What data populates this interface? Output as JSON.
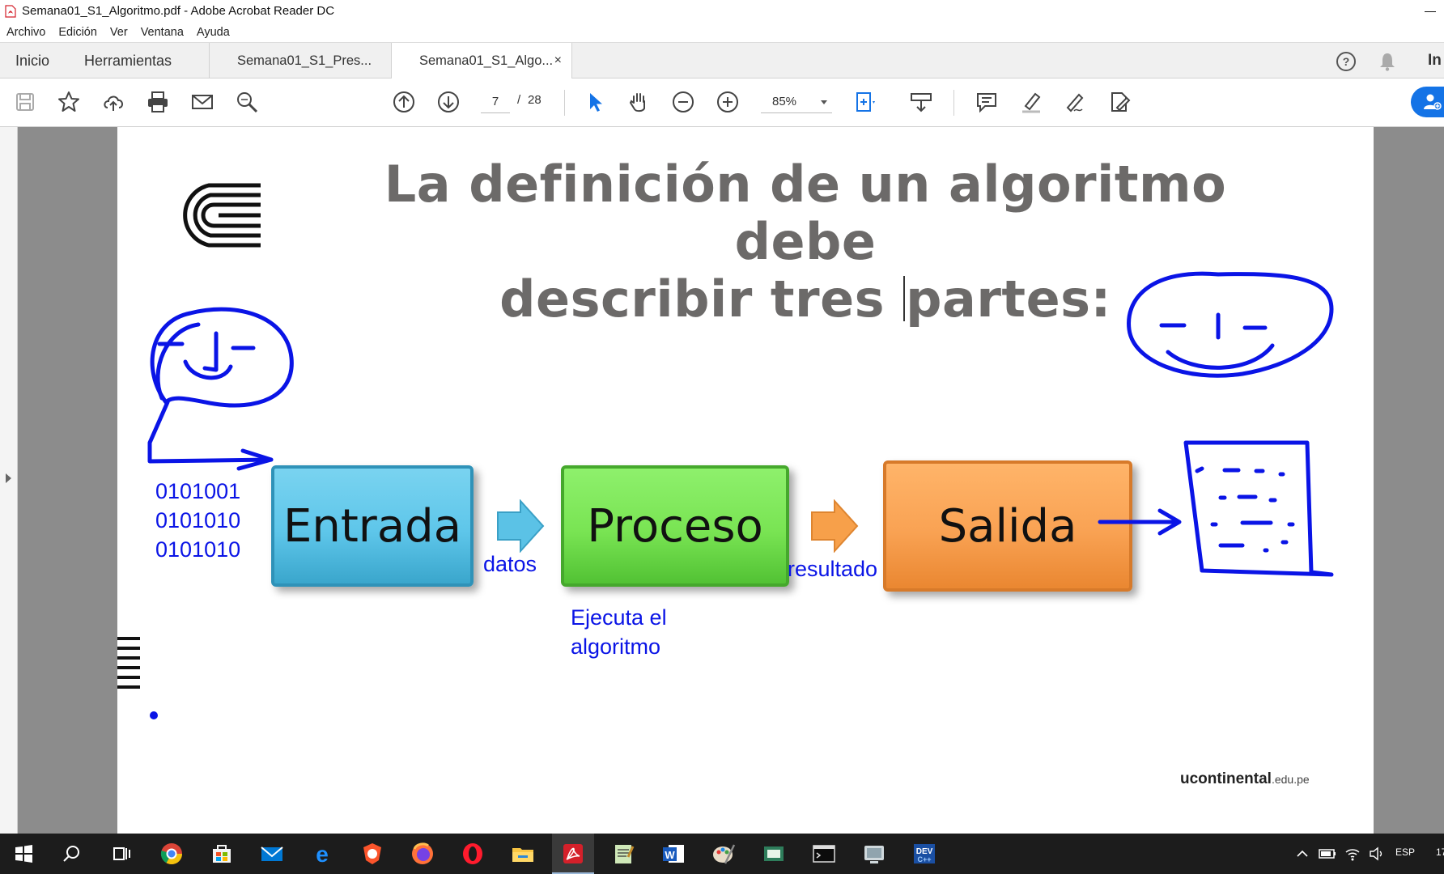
{
  "window": {
    "title": "Semana01_S1_Algoritmo.pdf - Adobe Acrobat Reader DC"
  },
  "menu": [
    "Archivo",
    "Edición",
    "Ver",
    "Ventana",
    "Ayuda"
  ],
  "tabs": {
    "home": "Inicio",
    "tools": "Herramientas",
    "documents": [
      {
        "label": "Semana01_S1_Pres...",
        "active": false
      },
      {
        "label": "Semana01_S1_Algo...",
        "active": true
      }
    ],
    "close_glyph": "×",
    "sign_in": "In"
  },
  "toolbar": {
    "icons": [
      "save-icon",
      "bookmark-star-icon",
      "cloud-upload-icon",
      "print-icon",
      "email-icon",
      "search-icon",
      "page-up-icon",
      "page-down-icon",
      "select-cursor-icon",
      "hand-tool-icon",
      "zoom-out-icon",
      "zoom-in-icon",
      "fit-page-icon",
      "scroll-mode-icon",
      "comment-icon",
      "highlight-icon",
      "sign-icon",
      "edit-pdf-icon"
    ],
    "current_page": "7",
    "page_separator": "/",
    "total_pages": "28",
    "zoom": "85%"
  },
  "slide": {
    "title_line1": "La definición de un algoritmo debe",
    "title_line2a": "describir tres ",
    "title_line2b": "partes:",
    "blocks": {
      "entrada": "Entrada",
      "proceso": "Proceso",
      "salida": "Salida"
    },
    "annotations": {
      "binary": [
        "0101001",
        "0101010",
        "0101010"
      ],
      "datos": "datos",
      "resultado": "resultado",
      "ejecuta": [
        "Ejecuta el",
        "algoritmo"
      ]
    },
    "brand_main": "ucontinental",
    "brand_suffix": ".edu.pe"
  },
  "taskbar": {
    "apps": [
      "windows-start-icon",
      "search-icon",
      "task-view-icon",
      "chrome-icon",
      "store-icon",
      "mail-icon",
      "edge-icon",
      "brave-icon",
      "firefox-icon",
      "opera-icon",
      "file-explorer-icon",
      "acrobat-icon",
      "notepad-icon",
      "word-icon",
      "paint-icon",
      "app-icon",
      "terminal-icon",
      "app-icon-2",
      "dev-cpp-icon"
    ],
    "language": "ESP",
    "clock": "17"
  },
  "colors": {
    "ink": "#0a14e6",
    "title_grey": "#6c6a69",
    "entrada": "#5ec6ea",
    "proceso": "#79e453",
    "salida": "#f9a253",
    "acrobat_red": "#d4202a",
    "share_blue": "#1473e6"
  }
}
